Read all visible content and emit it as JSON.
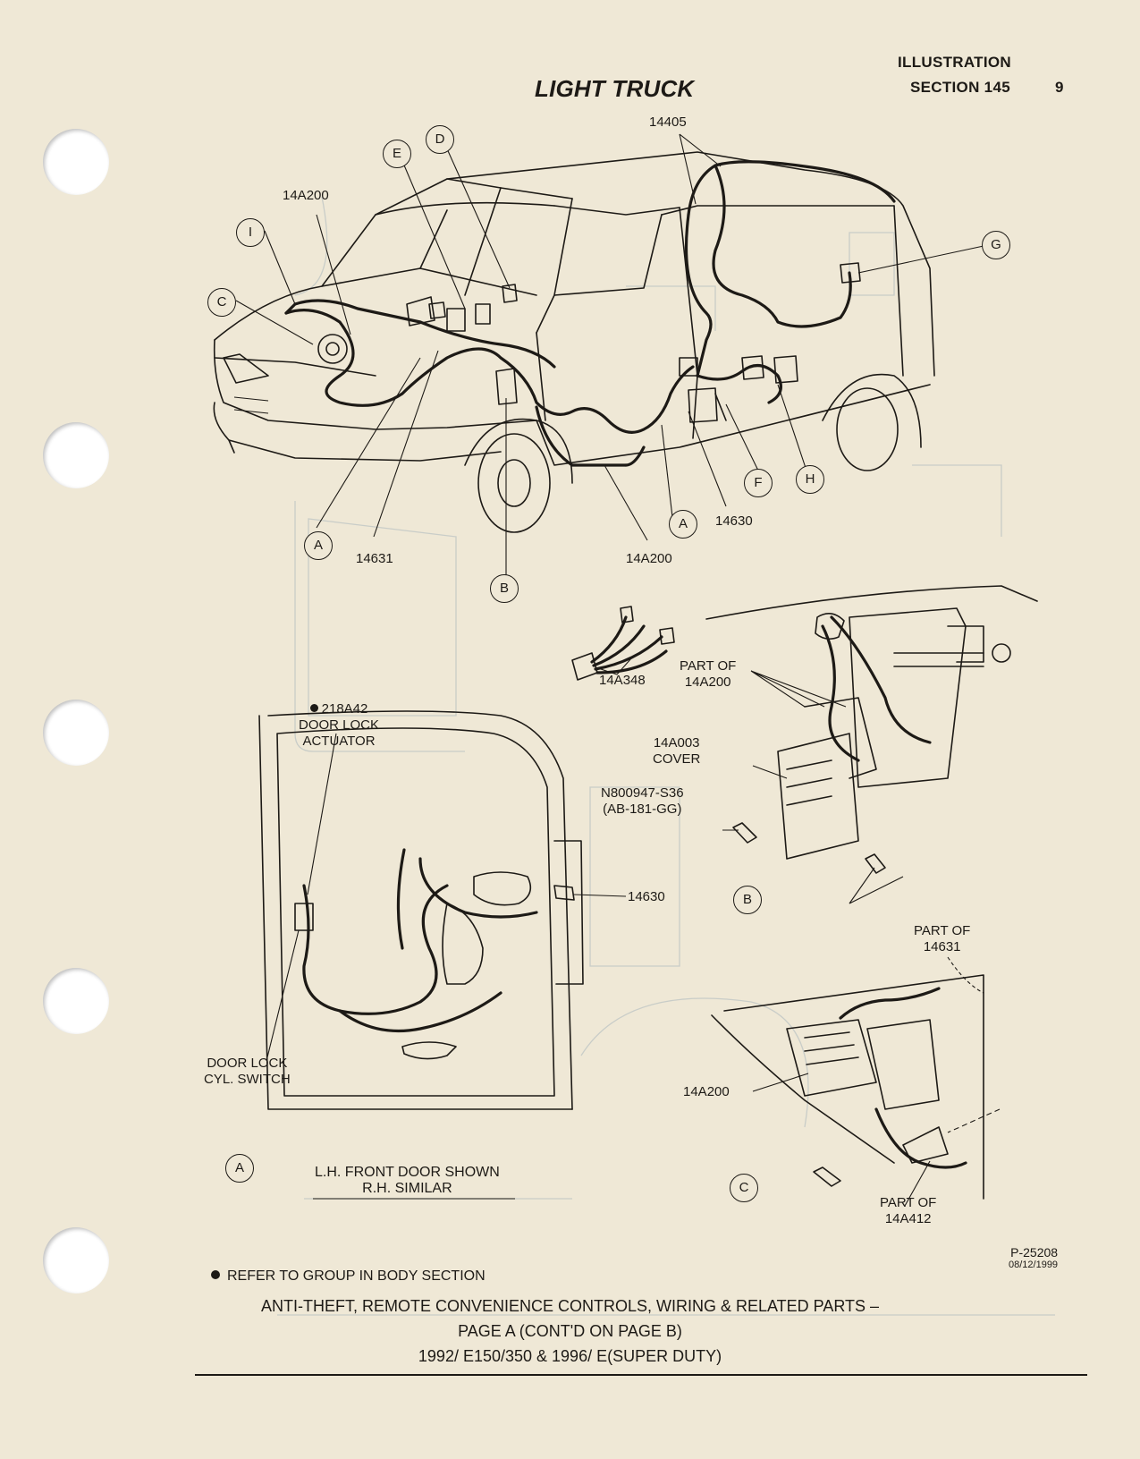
{
  "header": {
    "title": "LIGHT TRUCK",
    "illustration": "ILLUSTRATION",
    "section": "SECTION 145",
    "page_number": "9"
  },
  "top_view": {
    "callouts": [
      "I",
      "C",
      "E",
      "D",
      "G",
      "F",
      "H",
      "A",
      "A",
      "B"
    ],
    "labels": {
      "p14405": "14405",
      "p14A200_top": "14A200",
      "p14631": "14631",
      "p14630": "14630",
      "p14A200_bottom": "14A200"
    }
  },
  "detail_connector": {
    "label": "14A348"
  },
  "detail_a": {
    "callout": "A",
    "actuator_line1": "218A42",
    "actuator_line2": "DOOR LOCK",
    "actuator_line3": "ACTUATOR",
    "switch_line1": "DOOR LOCK",
    "switch_line2": "CYL.  SWITCH",
    "wire": "14630",
    "note_line1": "L.H. FRONT DOOR SHOWN",
    "note_line2": "R.H. SIMILAR"
  },
  "detail_b": {
    "callout": "B",
    "part_of_line1": "PART OF",
    "part_of_line2": "14A200",
    "cover_line1": "14A003",
    "cover_line2": "COVER",
    "screw_line1": "N800947-S36",
    "screw_line2": "(AB-181-GG)"
  },
  "detail_c": {
    "callout": "C",
    "part_of_top_line1": "PART OF",
    "part_of_top_line2": "14631",
    "harness": "14A200",
    "part_of_bottom_line1": "PART OF",
    "part_of_bottom_line2": "14A412"
  },
  "footer": {
    "note": "REFER TO GROUP IN BODY SECTION",
    "code": "P-25208",
    "date": "08/12/1999",
    "line1": "ANTI-THEFT, REMOTE CONVENIENCE CONTROLS, WIRING & RELATED PARTS –",
    "line2": "PAGE A (CONT'D ON PAGE B)",
    "line3": "1992/ E150/350 & 1996/ E(SUPER DUTY)"
  }
}
